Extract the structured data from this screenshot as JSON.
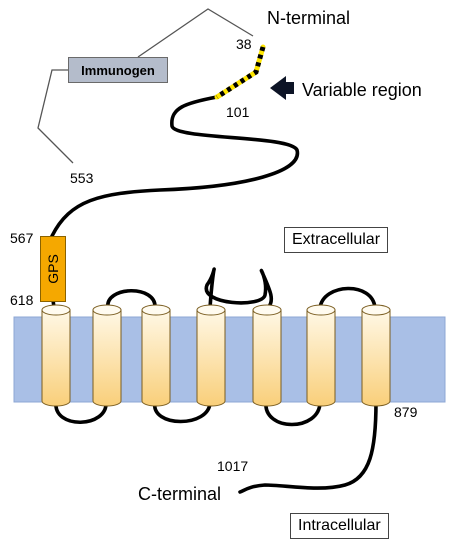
{
  "labels": {
    "n_terminal": "N-terminal",
    "c_terminal": "C-terminal",
    "variable_region": "Variable region",
    "immunogen": "Immunogen",
    "gps": "GPS",
    "extracellular": "Extracellular",
    "intracellular": "Intracellular"
  },
  "residues": {
    "r38": "38",
    "r101": "101",
    "r553": "553",
    "r567": "567",
    "r618": "618",
    "r879": "879",
    "r1017": "1017"
  },
  "colors": {
    "membrane": "#a9bfe6",
    "helix_top": "#fff8e6",
    "helix_bottom": "#f9cf7a",
    "gps": "#f5a800",
    "immunogen": "#b4bccb",
    "variable_region_dash": "#ffe600",
    "chain": "#000000"
  },
  "transmembrane_helix_count": 7
}
